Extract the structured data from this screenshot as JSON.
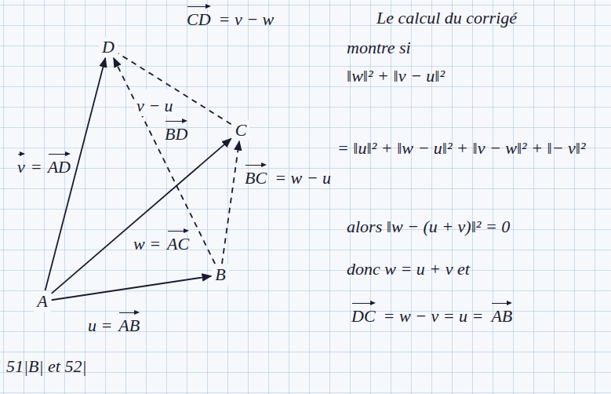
{
  "diagram": {
    "nodes": [
      {
        "text": [
          "D"
        ]
      },
      {
        "text": [
          "C"
        ]
      },
      {
        "text": [
          "B"
        ]
      },
      {
        "text": [
          "A"
        ]
      }
    ],
    "edges": [
      {
        "from": 3,
        "to": 0,
        "arrow": "to"
      },
      {
        "from": 3,
        "to": 1,
        "arrow": "to"
      },
      {
        "from": 3,
        "to": 2,
        "arrow": "to"
      },
      {
        "from": 1,
        "to": 0,
        "arrow": "none"
      },
      {
        "from": 2,
        "to": 1,
        "arrow": "to"
      },
      {
        "from": 2,
        "to": 0,
        "arrow": "to"
      }
    ],
    "labels": [
      "CD",
      "= v − w",
      "Le calcul du corrigé",
      "montre si",
      "‖w‖² + ‖v − u‖²",
      "v − u",
      "BD",
      "= ‖u‖² + ‖w − u‖² + ‖v − w‖² + ‖− v‖²",
      "v",
      "=",
      "AD",
      "BC",
      "= w − u",
      "w =",
      "AC",
      "alors ‖w − (u + v)‖² = 0",
      "donc w = u + v et",
      "u =",
      "AB",
      "DC",
      "= w − v = u =",
      "AB",
      "51|B| et 52|"
    ]
  }
}
